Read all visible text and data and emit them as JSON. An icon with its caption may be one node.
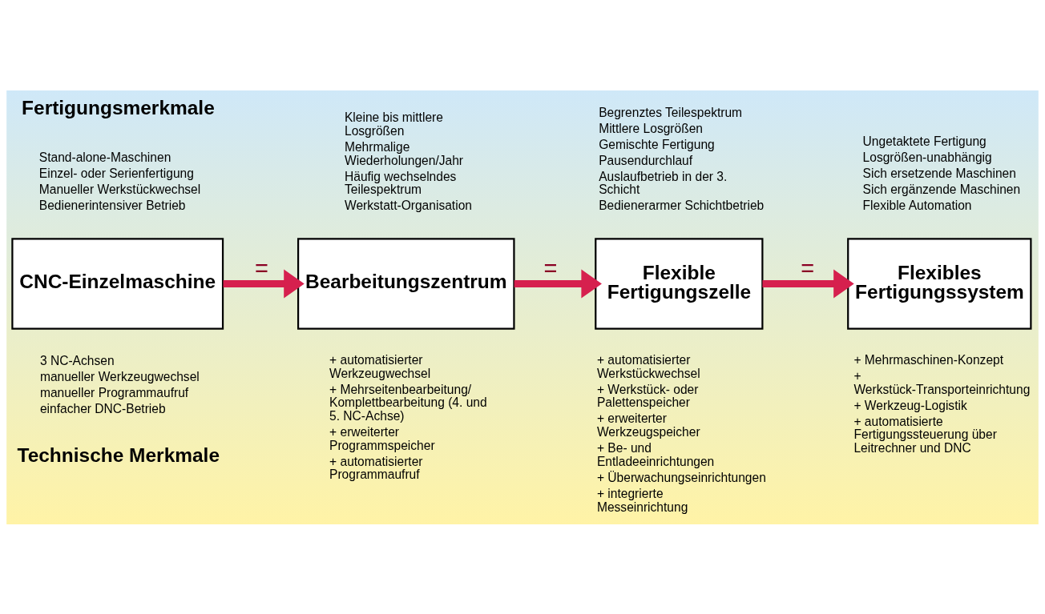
{
  "diagram": {
    "nodes": [
      {
        "text": [
          "CNC-Einzelmaschine"
        ],
        "beside": [
          "Stand-alone-Maschinen",
          "Einzel- oder Serienfertigung",
          "Manueller Werkstückwechsel",
          "Bedienerintensiver Betrieb",
          "3 NC-Achsen",
          "manueller Werkzeugwechsel",
          "manueller Programmaufruf",
          "einfacher DNC-Betrieb"
        ]
      },
      {
        "text": [
          "Bearbeitungszentrum"
        ],
        "beside": [
          "Kleine bis mittlere Losgrößen",
          "Mehrmalige Wiederholungen/Jahr",
          "Häufig wechselndes Teilespektrum",
          "Werkstatt-Organisation",
          "+ automatisierter Werkzeugwechsel",
          "+ Mehrseitenbearbeitung/ Komplettbearbeitung (4. und 5. NC-Achse)",
          "+ erweiterter Programmspeicher",
          "+ automatisierter Programmaufruf"
        ]
      },
      {
        "text": [
          "Flexible Fertigungszelle"
        ],
        "beside": [
          "Begrenztes Teilespektrum",
          "Mittlere Losgrößen",
          "Gemischte Fertigung",
          "Pausendurchlauf",
          "Auslaufbetrieb in der 3. Schicht",
          "Bedienerarmer Schichtbetrieb",
          "+ automatisierter Werkstückwechsel",
          "+ Werkstück- oder Palettenspeicher",
          "+ erweiterter Werkzeugspeicher",
          "+ Be- und Entladeeinrichtungen",
          "+ Überwachungseinrichtungen",
          "+ integrierte Messeinrichtung"
        ]
      },
      {
        "text": [
          "Flexibles Fertigungssystem"
        ],
        "beside": [
          "Ungetaktete Fertigung",
          "Losgrößen-unabhängig",
          "Sich ersetzende Maschinen",
          "Sich ergänzende Maschinen",
          "Flexible Automation",
          "+ Mehrmaschinen-Konzept",
          "+ Werkstück-Transporteinrichtung",
          "+ Werkzeug-Logistik",
          "+ automatisierte Fertigungssteuerung über Leitrechner und DNC"
        ]
      }
    ],
    "edges": [
      {
        "from": 0,
        "to": 1,
        "arrow": "to",
        "label": "="
      },
      {
        "from": 1,
        "to": 2,
        "arrow": "to",
        "label": "="
      },
      {
        "from": 2,
        "to": 3,
        "arrow": "to",
        "label": "="
      }
    ],
    "labels": [
      "Fertigungsmerkmale",
      "Technische Merkmale"
    ]
  }
}
